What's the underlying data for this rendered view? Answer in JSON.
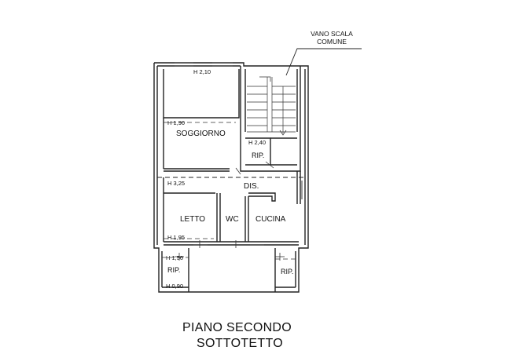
{
  "rooms": {
    "soggiorno": "SOGGIORNO",
    "dis": "DIS.",
    "letto": "LETTO",
    "wc": "WC",
    "cucina": "CUCINA",
    "rip_stair": "RIP.",
    "rip_left": "RIP.",
    "rip_right": "RIP."
  },
  "heights": {
    "h_2_10": "H 2,10",
    "h_1_90": "H 1,90",
    "h_2_40": "H 2,40",
    "h_3_25": "H 3,25",
    "h_1_95": "H 1,95",
    "h_1_50": "H 1,50",
    "h_0_90": "H 0,90"
  },
  "annotation": {
    "line1": "VANO SCALA",
    "line2": "COMUNE"
  },
  "title": {
    "line1": "PIANO SECONDO",
    "line2": "SOTTOTETTO"
  }
}
